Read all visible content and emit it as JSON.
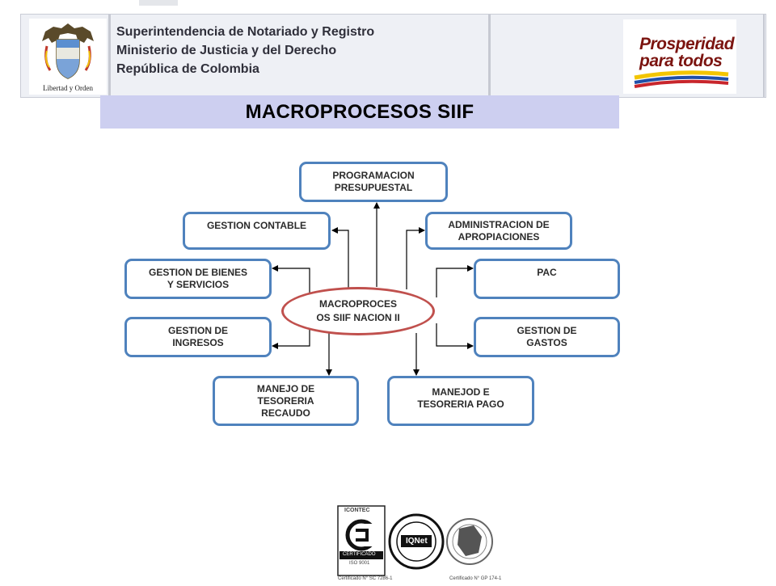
{
  "header": {
    "crest_motto": "Libertad y Orden",
    "entity_lines": [
      "Superintendencia de Notariado  y Registro",
      "Ministerio de Justicia  y del Derecho",
      "República de Colombia"
    ],
    "logo_text": [
      "Prosperidad",
      "para todos"
    ]
  },
  "title": "MACROPROCESOS SIIF",
  "diagram": {
    "center": "MACROPROCES\nOS SIIF NACION II",
    "nodes": {
      "programacion": "PROGRAMACION\nPRESUPUESTAL",
      "contable": "GESTION CONTABLE",
      "administracion": "ADMINISTRACION DE\nAPROPIACIONES",
      "bienes": "GESTION DE BIENES\nY SERVICIOS",
      "pac": "PAC",
      "ingresos": "GESTION DE\nINGRESOS",
      "gastos": "GESTION DE\nGASTOS",
      "recaudo": "MANEJO DE\nTESORERIA\nRECAUDO",
      "pago": "MANEJOD E\nTESORERIA PAGO"
    },
    "colors": {
      "box_border": "#4f82bd",
      "center_border": "#c0504d",
      "arrow": "#000000"
    }
  },
  "certifications": {
    "icontec_top": "ICONTEC",
    "icontec_bottom": "CERTIFICADO",
    "icontec_iso": "ISO 9001",
    "iqnet": "IQNet",
    "cert1": "Certificado N° SC 7286-1",
    "cert2": "Certificado N° GP 174-1"
  }
}
